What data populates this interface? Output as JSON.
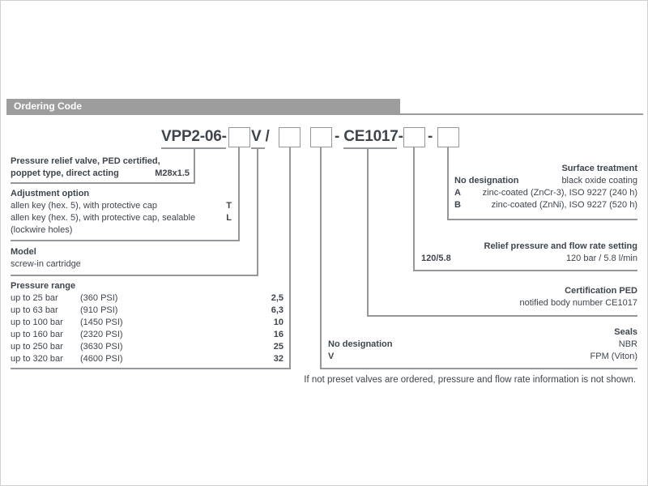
{
  "page": {
    "section_title": "Ordering Code",
    "footnote": "If not preset valves are ordered, pressure and flow rate information is not shown."
  },
  "code": {
    "prefix": "VPP2-06-",
    "v_slash": "V /",
    "ce_segment": "- CE1017-",
    "dash": "-"
  },
  "blocks": {
    "valve": {
      "line1": "Pressure relief valve, PED certified,",
      "line2": "poppet type, direct acting",
      "thread": "M28x1.5"
    },
    "adjustment": {
      "title": "Adjustment option",
      "rows": [
        {
          "label": "allen key (hex. 5), with protective cap",
          "code": "T"
        },
        {
          "label": "allen key (hex. 5), with protective cap, sealable",
          "code": "L"
        }
      ],
      "note": "(lockwire holes)"
    },
    "model": {
      "title": "Model",
      "value": "screw-in cartridge"
    },
    "pressure_range": {
      "title": "Pressure range",
      "rows": [
        {
          "range": "up to 25 bar",
          "psi": "(360 PSI)",
          "code": "2,5"
        },
        {
          "range": "up to 63 bar",
          "psi": "(910 PSI)",
          "code": "6,3"
        },
        {
          "range": "up to 100 bar",
          "psi": "(1450 PSI)",
          "code": "10"
        },
        {
          "range": "up to 160 bar",
          "psi": "(2320 PSI)",
          "code": "16"
        },
        {
          "range": "up to 250 bar",
          "psi": "(3630 PSI)",
          "code": "25"
        },
        {
          "range": "up to 320 bar",
          "psi": "(4600 PSI)",
          "code": "32"
        }
      ]
    },
    "surface": {
      "title": "Surface treatment",
      "rows": [
        {
          "code": "No designation",
          "label": "black oxide coating"
        },
        {
          "code": "A",
          "label": "zinc-coated (ZnCr-3), ISO 9227 (240 h)"
        },
        {
          "code": "B",
          "label": "zinc-coated (ZnNi), ISO 9227 (520 h)"
        }
      ]
    },
    "relief": {
      "title": "Relief pressure and flow rate setting",
      "rows": [
        {
          "code": "120/5.8",
          "label": "120 bar / 5.8 l/min"
        }
      ]
    },
    "certification": {
      "title": "Certification PED",
      "value": "notified body number CE1017"
    },
    "seals": {
      "title": "Seals",
      "rows": [
        {
          "code": "No designation",
          "label": "NBR"
        },
        {
          "code": "V",
          "label": "FPM (Viton)"
        }
      ]
    }
  },
  "colors": {
    "text": "#3f454d",
    "line": "#95989b",
    "header_bar": "#9d9d9d",
    "header_text": "#ffffff"
  }
}
